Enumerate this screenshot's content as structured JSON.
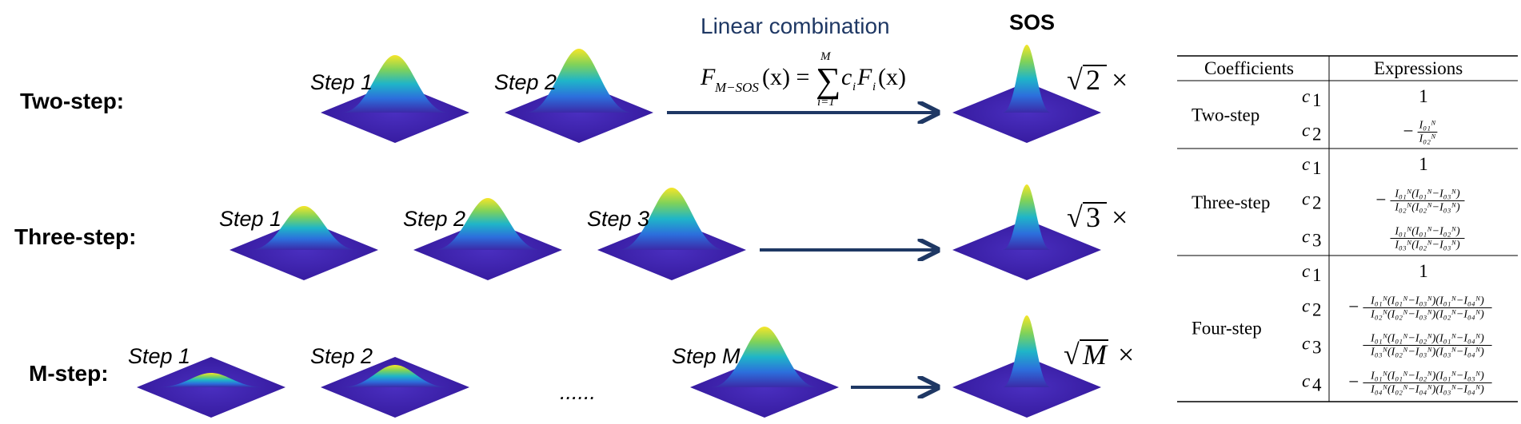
{
  "title": "Linear combination",
  "sos_label": "SOS",
  "formula": {
    "lhs": "F",
    "lhs_sub": "M−SOS",
    "arg": "(x) =",
    "sum_top": "M",
    "sum_bottom": "i=1",
    "sigma": "∑",
    "rhs": "c",
    "rhs_sub": "i",
    "rhs2": "F",
    "rhs2_sub": "i",
    "rhs3": "(x)"
  },
  "rows": [
    {
      "label": "Two-step:",
      "steps": [
        "Step 1",
        "Step 2"
      ],
      "multiplier": "2",
      "peaks": [
        0.72,
        0.8
      ],
      "result_peak": 0.85
    },
    {
      "label": "Three-step:",
      "steps": [
        "Step 1",
        "Step 2",
        "Step 3"
      ],
      "multiplier": "3",
      "peaks": [
        0.55,
        0.65,
        0.78
      ],
      "result_peak": 0.82
    },
    {
      "label": "M-step:",
      "steps": [
        "Step 1",
        "Step 2",
        "......",
        "Step M"
      ],
      "multiplier": "M",
      "peaks": [
        0.18,
        0.28,
        0,
        0.76
      ],
      "result_peak": 0.9
    }
  ],
  "multiplier_symbol": "×",
  "sqrt_symbol": "√",
  "table": {
    "headers": [
      "Coefficients",
      "Expressions"
    ],
    "groups": [
      {
        "name": "Two-step",
        "rows": [
          {
            "c": "c",
            "sub": "1",
            "expr_plain": "1"
          },
          {
            "c": "c",
            "sub": "2",
            "sign": "−",
            "num": "I₀₁ᴺ",
            "den": "I₀₂ᴺ"
          }
        ]
      },
      {
        "name": "Three-step",
        "rows": [
          {
            "c": "c",
            "sub": "1",
            "expr_plain": "1"
          },
          {
            "c": "c",
            "sub": "2",
            "sign": "−",
            "num": "I₀₁ᴺ(I₀₁ᴺ−I₀₃ᴺ)",
            "den": "I₀₂ᴺ(I₀₂ᴺ−I₀₃ᴺ)"
          },
          {
            "c": "c",
            "sub": "3",
            "sign": "",
            "num": "I₀₁ᴺ(I₀₁ᴺ−I₀₂ᴺ)",
            "den": "I₀₃ᴺ(I₀₂ᴺ−I₀₃ᴺ)"
          }
        ]
      },
      {
        "name": "Four-step",
        "rows": [
          {
            "c": "c",
            "sub": "1",
            "expr_plain": "1"
          },
          {
            "c": "c",
            "sub": "2",
            "sign": "−",
            "num": "I₀₁ᴺ(I₀₁ᴺ−I₀₃ᴺ)(I₀₁ᴺ−I₀₄ᴺ)",
            "den": "I₀₂ᴺ(I₀₂ᴺ−I₀₃ᴺ)(I₀₂ᴺ−I₀₄ᴺ)"
          },
          {
            "c": "c",
            "sub": "3",
            "sign": "",
            "num": "I₀₁ᴺ(I₀₁ᴺ−I₀₂ᴺ)(I₀₁ᴺ−I₀₄ᴺ)",
            "den": "I₀₃ᴺ(I₀₂ᴺ−I₀₃ᴺ)(I₀₃ᴺ−I₀₄ᴺ)"
          },
          {
            "c": "c",
            "sub": "4",
            "sign": "−",
            "num": "I₀₁ᴺ(I₀₁ᴺ−I₀₂ᴺ)(I₀₁ᴺ−I₀₃ᴺ)",
            "den": "I₀₄ᴺ(I₀₂ᴺ−I₀₄ᴺ)(I₀₃ᴺ−I₀₄ᴺ)"
          }
        ]
      }
    ]
  },
  "colors": {
    "arrow": "#1f3864",
    "title": "#1f3864",
    "base": "#3b1f9e",
    "peak": "#f5e62a"
  }
}
